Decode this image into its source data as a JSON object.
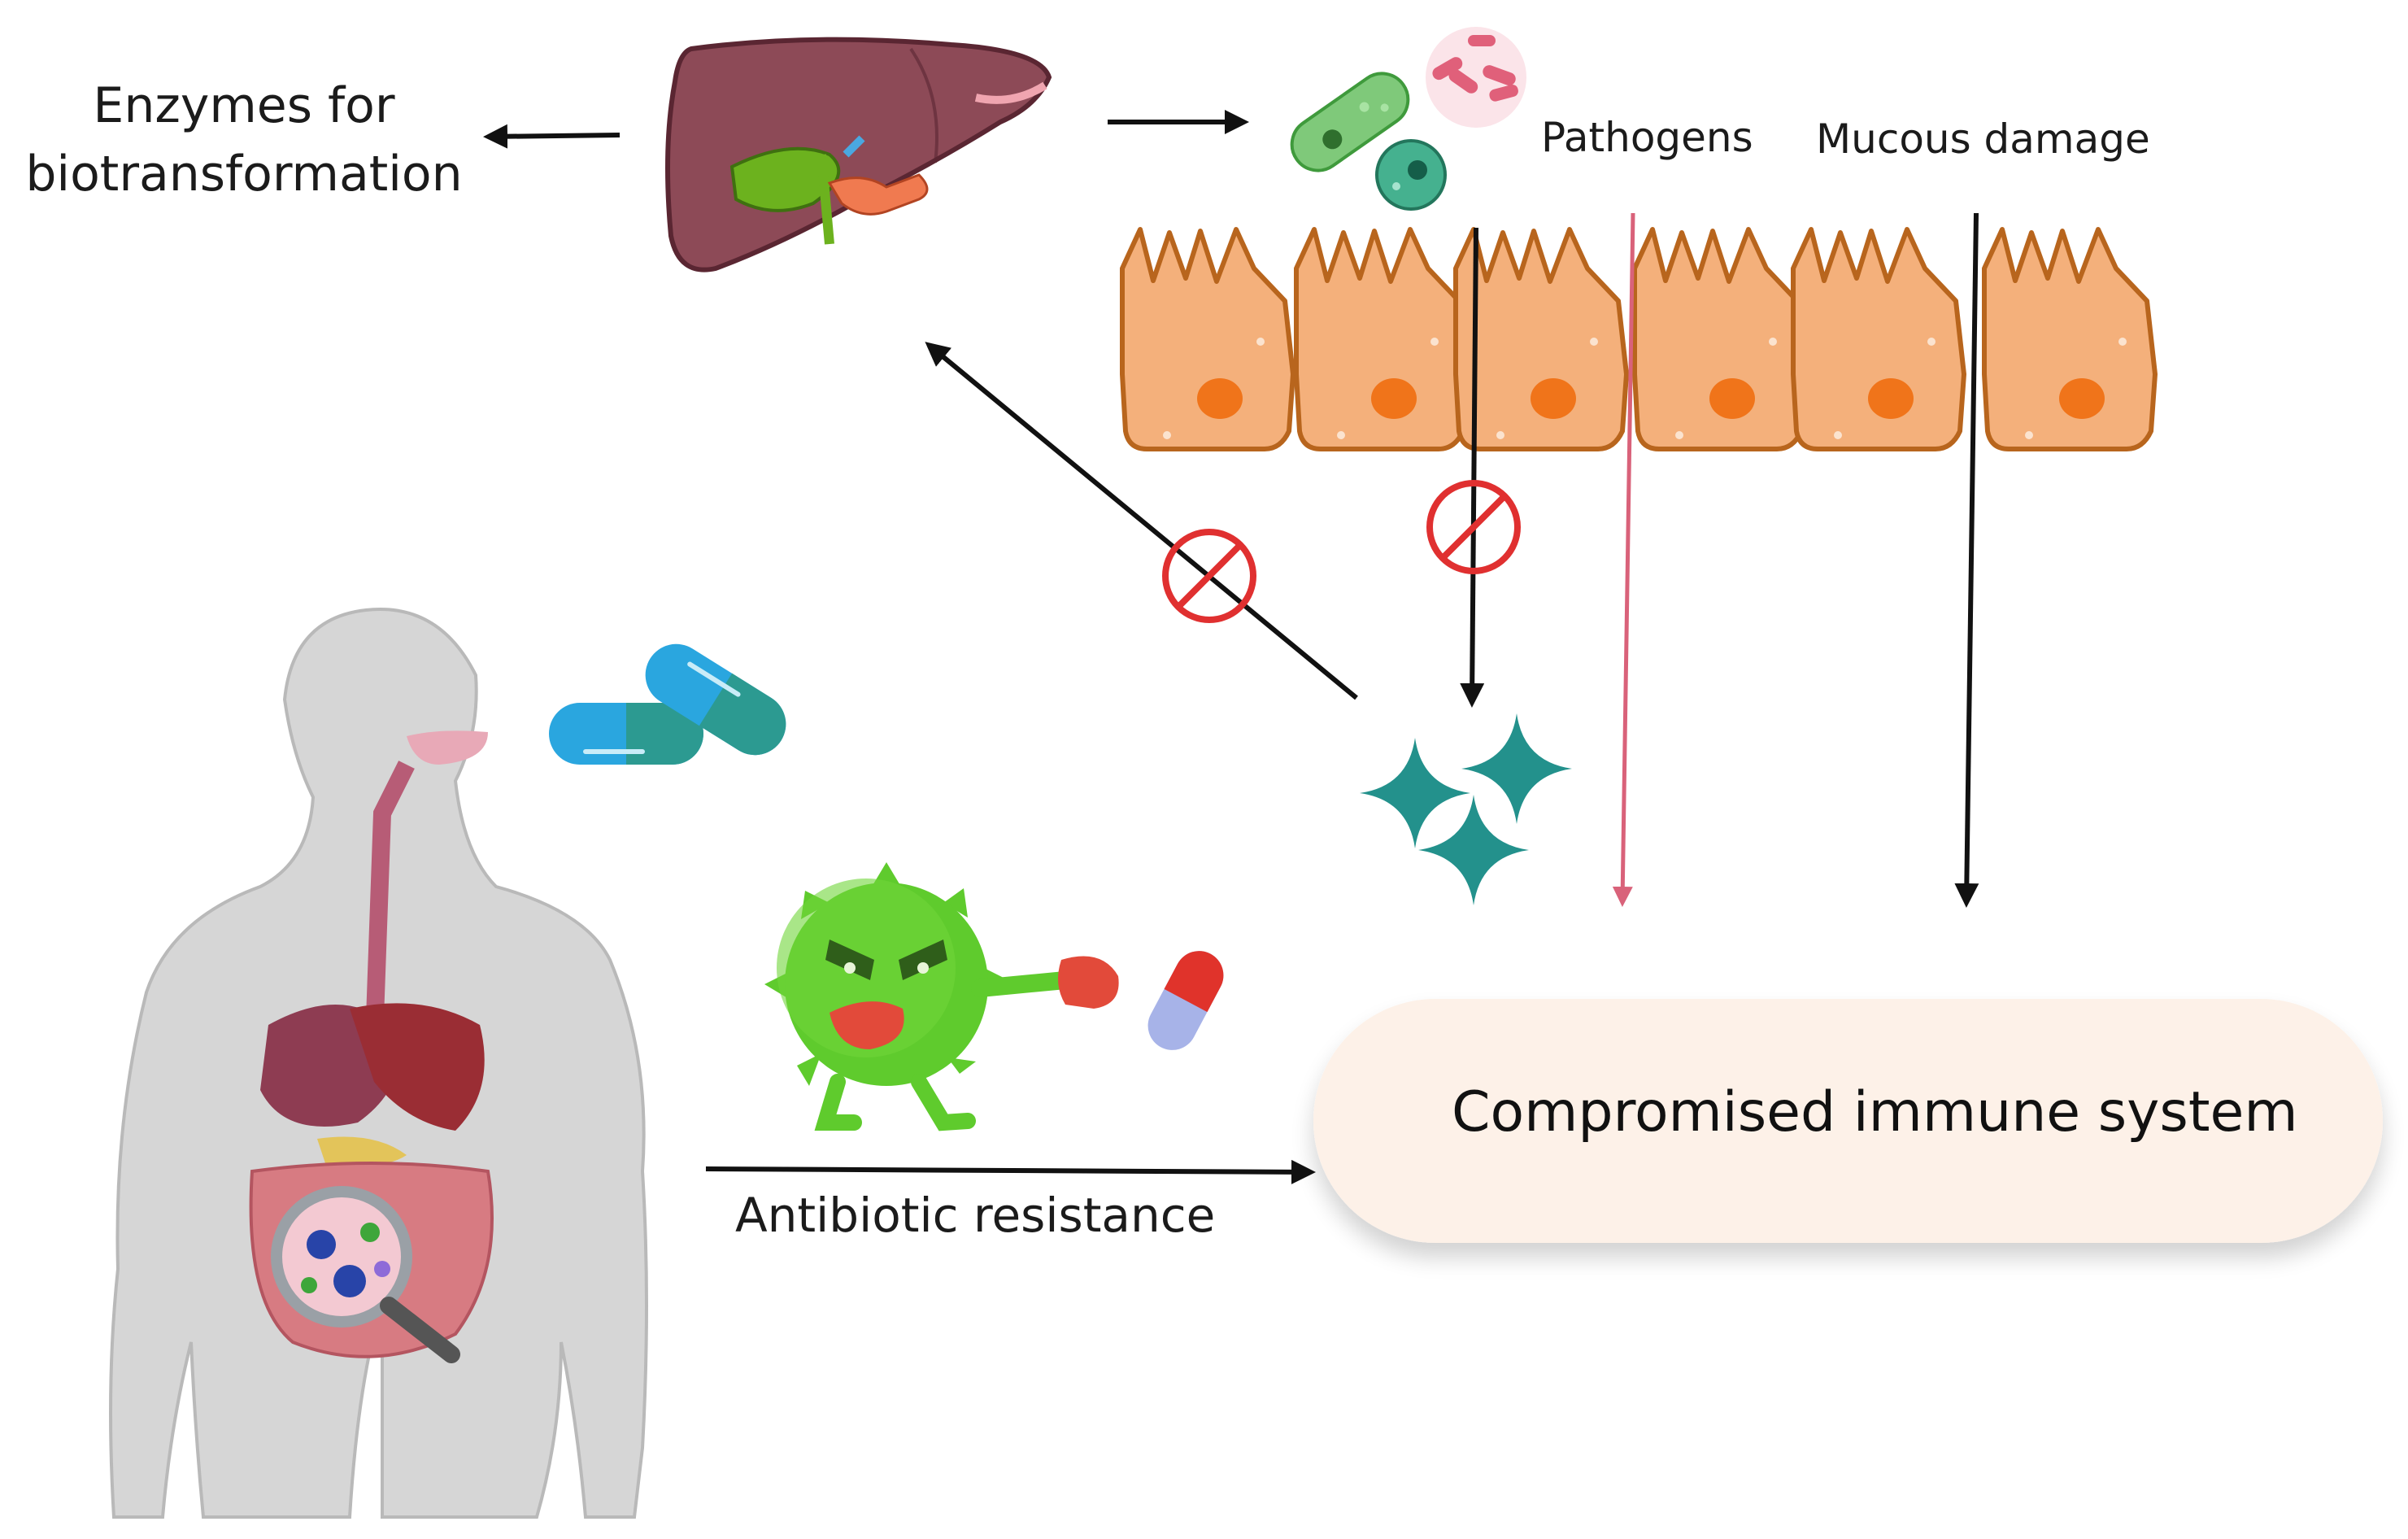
{
  "labels": {
    "enzymes": "Enzymes for biotransformation",
    "pathogens": "Pathogens",
    "mucous": "Mucous damage",
    "antibiotic": "Antibiotic resistance",
    "compromised": "Compromised immune system"
  },
  "colors": {
    "liver": "#8d4a57",
    "gallbladder": "#6cb21e",
    "cell_fill": "#f4b07b",
    "cell_stroke": "#b8651d",
    "nucleus": "#f0741a",
    "inhibit": "#e03030",
    "red_arrow": "#d9627a",
    "sparkle": "#23918c",
    "pill_blue": "#2aa6df",
    "pill_teal": "#2c9a91",
    "bacterium": "#5fcb2d",
    "body_gray": "#d6d6d6",
    "immune_box": "#fdf1e8"
  },
  "icons": [
    "liver-icon",
    "pathogen-bacteria-icon",
    "epithelial-cells",
    "inhibit-icon",
    "sparkle-icon",
    "capsule-icon",
    "angry-bacterium-icon",
    "human-digestive-icon",
    "magnifier-icon"
  ]
}
